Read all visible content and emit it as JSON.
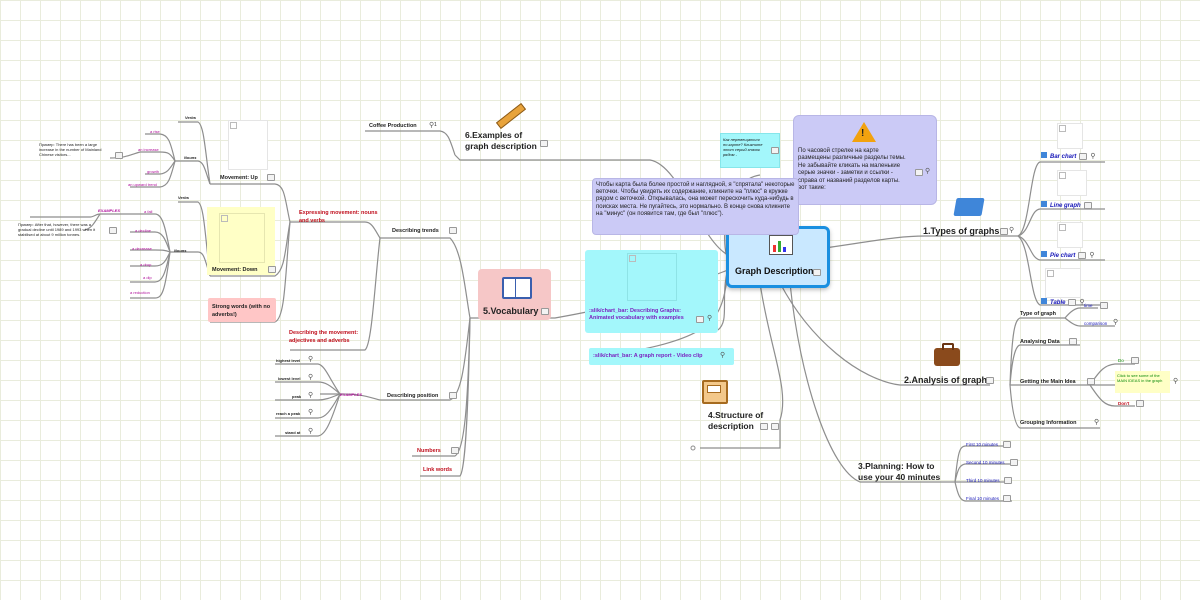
{
  "colors": {
    "central_fill": "#1a8fe0",
    "central_inner": "#c9e8ff",
    "vocab_fill": "#f6c7c7",
    "cyan": "#a3f7fb",
    "lavender": "#cbcaf6",
    "yellow": "#ffffc6",
    "pink": "#ffc6c6",
    "purple_text": "#7a24c0",
    "red_text": "#c0101e",
    "magenta_text": "#b0109b",
    "blue_text": "#1616b8",
    "green_text": "#0b8a0b",
    "line": "#8e8e8e"
  },
  "icons": [
    "chart-icon",
    "book-icon",
    "pencil-icon",
    "folder-icon",
    "briefcase-icon",
    "box-icon",
    "warning-icon",
    "note-icon",
    "link-icon"
  ],
  "central": {
    "label": "Graph Description"
  },
  "note_ru_top": "По часовой стрелке на карте размещены различные разделы темы. Не забывайте кликать на маленькие серые значки - заметки и ссылки - справа от названий разделов карты. вот такие:",
  "note_ru_small": "Как перемещаться по карте? Кликните этот серый значок рядом -",
  "note_ru_main": "Чтобы карта была более простой и наглядной, я \"спрятала\" некоторые веточки. Чтобы увидеть их содержание, кликните на \"плюс\" в кружке рядом с веточкой. Открывалась, она может перескочить куда-нибудь в поисках места. Не пугайтесь, это нормально. В конце снова кликните на \"минус\" (он появится там, где был \"плюс\").",
  "types": {
    "label": "1.Types of graphs",
    "items": [
      {
        "label": "Bar chart"
      },
      {
        "label": "Line graph"
      },
      {
        "label": "Pie chart"
      },
      {
        "label": "Table"
      }
    ]
  },
  "analysis": {
    "label": "2.Analysis of graph",
    "type_of_graph": "Type of graph",
    "time": "time",
    "comparison": "comparison",
    "analysing_data": "Analysing Data",
    "getting_main_idea": "Getting the Main Idea",
    "do": "Do",
    "do_tip": "Click to see some of the MAIN IDEAS in the graph",
    "dont": "Don't",
    "grouping": "Grouping Information"
  },
  "planning": {
    "label": "3.Planning: How to use your 40 minutes",
    "items": [
      "First 10 minutes",
      "Second 10 minutes",
      "Third 10 minutes",
      "Final 10 minutes"
    ]
  },
  "structure": {
    "label": "4.Structure of description"
  },
  "vocab": {
    "label": "5.Vocabulary",
    "chart_link": ":slik/chart_bar: Describing Graphs: Animated vocabulary with examples",
    "video_link": ":slik/chart_bar: A graph report - Video clip"
  },
  "trends": {
    "label": "Describing trends",
    "expressing": "Expressing movement: nouns and verbs",
    "describing_movement": "Describing the movement: adjectives and adverbs",
    "strong_words": "Strong words (with no adverbs!)",
    "up": {
      "label": "Movement: Up",
      "verbs": "Verbs",
      "nouns": "Nouns",
      "noun_items": [
        "a rise",
        "an increase",
        "growth",
        "an upward trend"
      ],
      "example": "Пример: There has been a large increase in the number of Mainland Chinese visitors..."
    },
    "down": {
      "label": "Movement: Down",
      "verbs": "Verbs",
      "nouns": "Nouns",
      "examples": "EXAMPLES",
      "noun_items": [
        "a fall",
        "a decline",
        "a decrease",
        "a drop",
        "a dip",
        "a reduction"
      ],
      "example": "Пример: After that, however, there was a gradual decline until 1989 and 1993 when it stabilised at about 9 million tonnes."
    }
  },
  "position": {
    "label": "Describing position",
    "examples": "EXAMPLES",
    "items": [
      "highest level",
      "lowest level",
      "peak",
      "reach a peak",
      "stand at"
    ]
  },
  "numbers": "Numbers",
  "link_words": "Link words",
  "examples_desc": {
    "label": "6.Examples of graph description",
    "coffee": "Coffee Production",
    "clip_count": "1"
  }
}
